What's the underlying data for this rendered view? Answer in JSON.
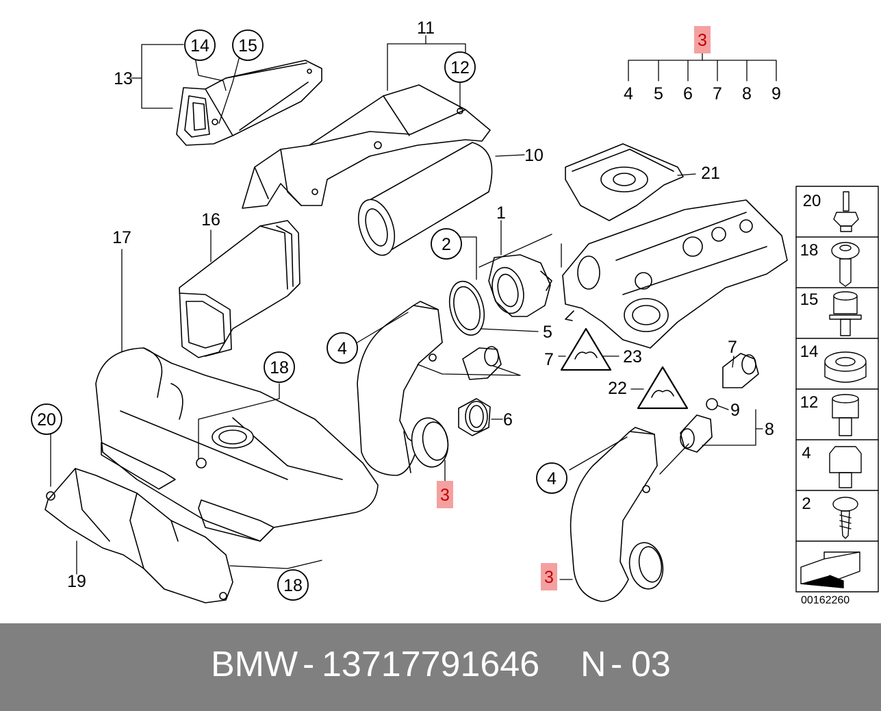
{
  "diagram": {
    "diagram_code": "00162260",
    "callout_color": "#f4a0a0",
    "callouts": [
      {
        "id": "c14",
        "text": "14",
        "style": "circle"
      },
      {
        "id": "c15",
        "text": "15",
        "style": "circle"
      },
      {
        "id": "c13",
        "text": "13",
        "style": "plain"
      },
      {
        "id": "c11",
        "text": "11",
        "style": "plain"
      },
      {
        "id": "c12",
        "text": "12",
        "style": "circle"
      },
      {
        "id": "c10",
        "text": "10",
        "style": "plain"
      },
      {
        "id": "c16",
        "text": "16",
        "style": "plain"
      },
      {
        "id": "c17",
        "text": "17",
        "style": "plain"
      },
      {
        "id": "c1",
        "text": "1",
        "style": "plain"
      },
      {
        "id": "c2",
        "text": "2",
        "style": "circle"
      },
      {
        "id": "c5",
        "text": "5",
        "style": "plain"
      },
      {
        "id": "c4a",
        "text": "4",
        "style": "circle"
      },
      {
        "id": "c18a",
        "text": "18",
        "style": "circle"
      },
      {
        "id": "c20",
        "text": "20",
        "style": "circle"
      },
      {
        "id": "c6",
        "text": "6",
        "style": "plain"
      },
      {
        "id": "c3a",
        "text": "3",
        "style": "highlight"
      },
      {
        "id": "c19",
        "text": "19",
        "style": "plain"
      },
      {
        "id": "c18b",
        "text": "18",
        "style": "circle"
      },
      {
        "id": "c3top",
        "text": "3",
        "style": "highlight"
      },
      {
        "id": "c4t",
        "text": "4",
        "style": "plain"
      },
      {
        "id": "c5t",
        "text": "5",
        "style": "plain"
      },
      {
        "id": "c6t",
        "text": "6",
        "style": "plain"
      },
      {
        "id": "c7t",
        "text": "7",
        "style": "plain"
      },
      {
        "id": "c8t",
        "text": "8",
        "style": "plain"
      },
      {
        "id": "c9t",
        "text": "9",
        "style": "plain"
      },
      {
        "id": "c21",
        "text": "21",
        "style": "plain"
      },
      {
        "id": "c7a",
        "text": "7",
        "style": "plain"
      },
      {
        "id": "c23",
        "text": "23",
        "style": "plain"
      },
      {
        "id": "c22",
        "text": "22",
        "style": "plain"
      },
      {
        "id": "c7b",
        "text": "7",
        "style": "plain"
      },
      {
        "id": "c9b",
        "text": "9",
        "style": "plain"
      },
      {
        "id": "c8b",
        "text": "8",
        "style": "plain"
      },
      {
        "id": "c4b",
        "text": "4",
        "style": "circle"
      },
      {
        "id": "c3b",
        "text": "3",
        "style": "highlight"
      }
    ],
    "fastener_panel": [
      {
        "label": "20",
        "icon": "bolt-with-washer-icon"
      },
      {
        "label": "18",
        "icon": "torx-screw-icon"
      },
      {
        "label": "15",
        "icon": "hex-socket-bolt-icon"
      },
      {
        "label": "14",
        "icon": "rubber-grommet-icon"
      },
      {
        "label": "12",
        "icon": "hex-socket-screw-icon"
      },
      {
        "label": "4",
        "icon": "hex-bolt-icon"
      },
      {
        "label": "2",
        "icon": "self-tapping-screw-icon"
      },
      {
        "label": "",
        "icon": "arrow-indicator-icon"
      }
    ]
  },
  "footer": {
    "brand": "BMW",
    "separator": "-",
    "part_number": "13717791646",
    "page_prefix": "N",
    "page_separator": "-",
    "page_number": "03"
  }
}
